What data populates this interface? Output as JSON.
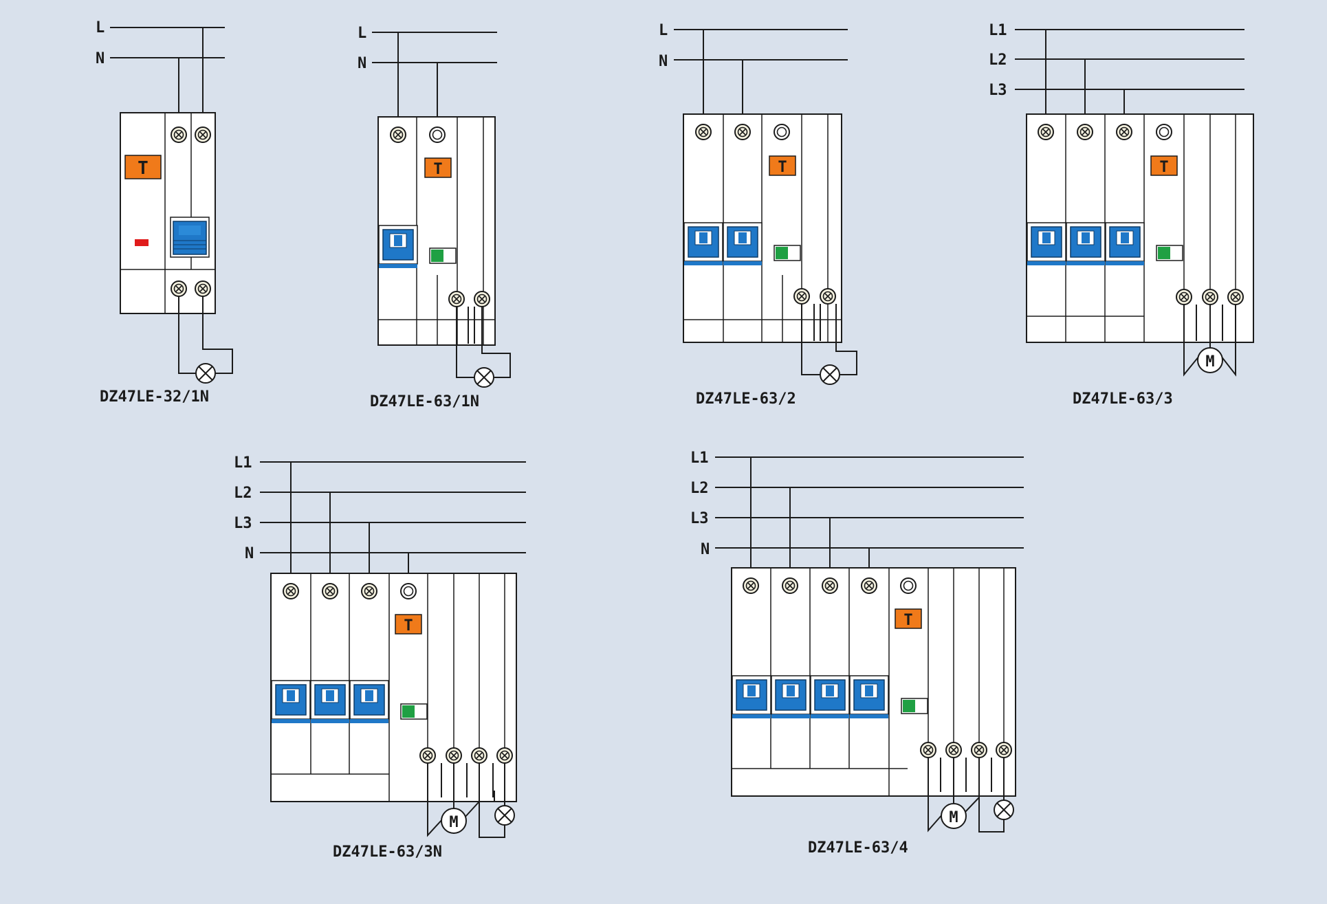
{
  "colors": {
    "background": "#d9e1ec",
    "line": "#1b1b1b",
    "breaker_body": "#ffffff",
    "handle_blue": "#1f78c8",
    "test_button": "#f07a1a",
    "indicator_green": "#1fa043",
    "indicator_red": "#e01b1b"
  },
  "diagrams": [
    {
      "model": "DZ47LE-32/1N",
      "lines": [
        "L",
        "N"
      ],
      "load": [
        "lamp"
      ]
    },
    {
      "model": "DZ47LE-63/1N",
      "lines": [
        "L",
        "N"
      ],
      "load": [
        "lamp"
      ]
    },
    {
      "model": "DZ47LE-63/2",
      "lines": [
        "L",
        "N"
      ],
      "load": [
        "lamp"
      ]
    },
    {
      "model": "DZ47LE-63/3",
      "lines": [
        "L1",
        "L2",
        "L3"
      ],
      "load": [
        "motor"
      ]
    },
    {
      "model": "DZ47LE-63/3N",
      "lines": [
        "L1",
        "L2",
        "L3",
        "N"
      ],
      "load": [
        "motor",
        "lamp"
      ]
    },
    {
      "model": "DZ47LE-63/4",
      "lines": [
        "L1",
        "L2",
        "L3",
        "N"
      ],
      "load": [
        "motor",
        "lamp"
      ]
    }
  ],
  "symbols": {
    "motor": "M",
    "test": "T"
  },
  "icons": {
    "terminal": "terminal-screw-icon",
    "lamp": "lamp-icon",
    "motor": "motor-icon"
  }
}
